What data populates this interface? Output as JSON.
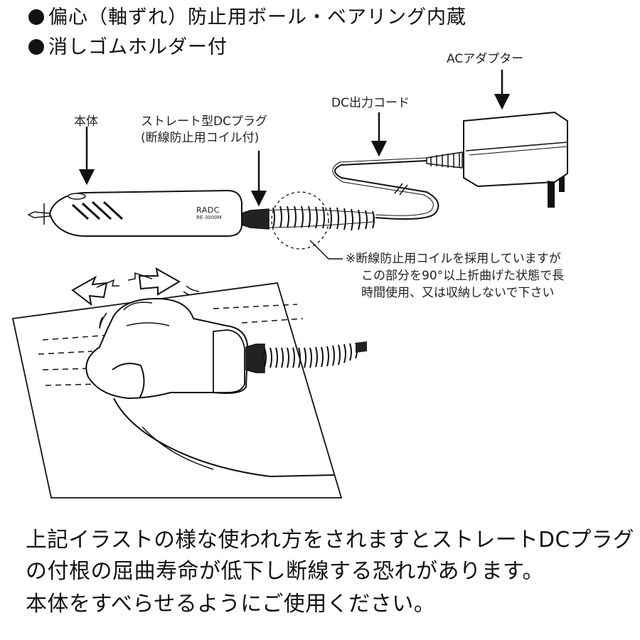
{
  "features": [
    "偏心（軸ずれ）防止用ボール・ベアリング内蔵",
    "消しゴムホルダー付"
  ],
  "labels": {
    "body": "本体",
    "plug_line1": "ストレート型DCプラグ",
    "plug_line2": "(断線防止用コイル付)",
    "cord": "DC出力コード",
    "adapter": "ACアダプター"
  },
  "device": {
    "brand": "RADC",
    "model": "RE-3000M"
  },
  "caution_note": [
    "※断線防止用コイルを採用していますが",
    "この部分を90°以上折曲げた状態で長",
    "時間使用、又は収納しないで下さい"
  ],
  "footer_text": [
    "上記イラストの様な使われ方をされますとストレートDCプラグ",
    "の付根の屈曲寿命が低下し断線する恐れがあります。",
    "本体をすべらせるようにご使用ください。"
  ],
  "icons": [
    "bullet-icon",
    "arrow-left-icon",
    "arrow-right-icon"
  ]
}
